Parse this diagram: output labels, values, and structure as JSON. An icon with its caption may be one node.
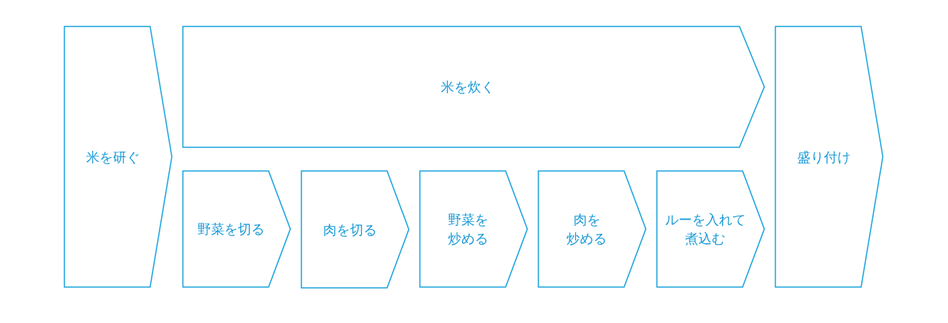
{
  "diagram": {
    "nodes": [
      {
        "text": [
          "米を研ぐ"
        ]
      },
      {
        "text": [
          "米を炊く"
        ]
      },
      {
        "text": [
          "野菜を切る"
        ]
      },
      {
        "text": [
          "肉を切る"
        ]
      },
      {
        "text": [
          "野菜を炒める"
        ]
      },
      {
        "text": [
          "肉を炒める"
        ]
      },
      {
        "text": [
          "ルーを入れて煮込む"
        ]
      },
      {
        "text": [
          "盛り付け"
        ]
      }
    ]
  }
}
